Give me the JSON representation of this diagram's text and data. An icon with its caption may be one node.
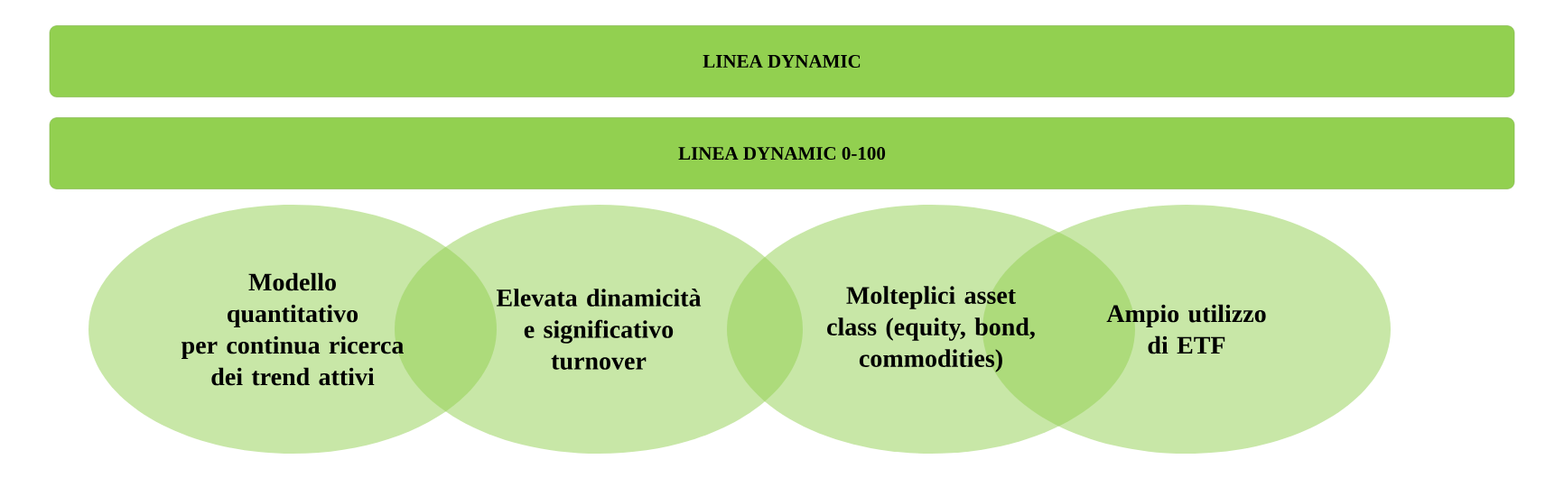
{
  "diagram": {
    "nodes": [
      {
        "text": [
          "LINEA DYNAMIC"
        ]
      },
      {
        "text": [
          "LINEA DYNAMIC 0-100"
        ]
      },
      {
        "text": [
          "Modello quantitativo per continua ricerca dei trend attivi"
        ]
      },
      {
        "text": [
          "Elevata dinamicità e significativo turnover"
        ]
      },
      {
        "text": [
          "Molteplici asset class (equity, bond, commodities)"
        ]
      },
      {
        "text": [
          "Ampio utilizzo di ETF"
        ]
      }
    ]
  }
}
